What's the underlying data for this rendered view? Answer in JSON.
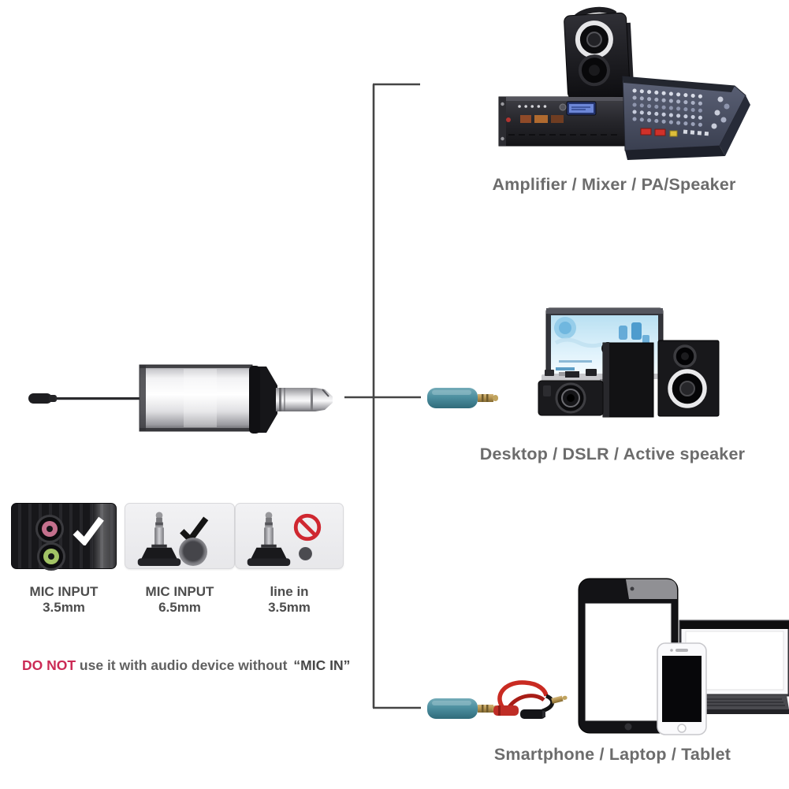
{
  "captions": {
    "top": "Amplifier / Mixer / PA/Speaker",
    "middle": "Desktop / DSLR / Active speaker",
    "bottom": "Smartphone / Laptop / Tablet"
  },
  "compatibility_panels": [
    {
      "line1": "MIC INPUT",
      "line2": "3.5mm",
      "status": "allowed"
    },
    {
      "line1": "MIC INPUT",
      "line2": "6.5mm",
      "status": "allowed"
    },
    {
      "line1": "line in",
      "line2": "3.5mm",
      "status": "prohibited"
    }
  ],
  "warning": {
    "emphasis": "DO NOT",
    "body": " use it with audio device without",
    "quoted": "“MIC IN”"
  },
  "colors": {
    "warning_red": "#cb2a55",
    "prohibition_red": "#cf2730",
    "adapter_teal": "#4d8fa0",
    "caption_gray": "#6c6c6c",
    "line_gray": "#454545"
  },
  "icons": {
    "allowed": "checkmark-icon",
    "prohibited": "no-entry-icon"
  }
}
